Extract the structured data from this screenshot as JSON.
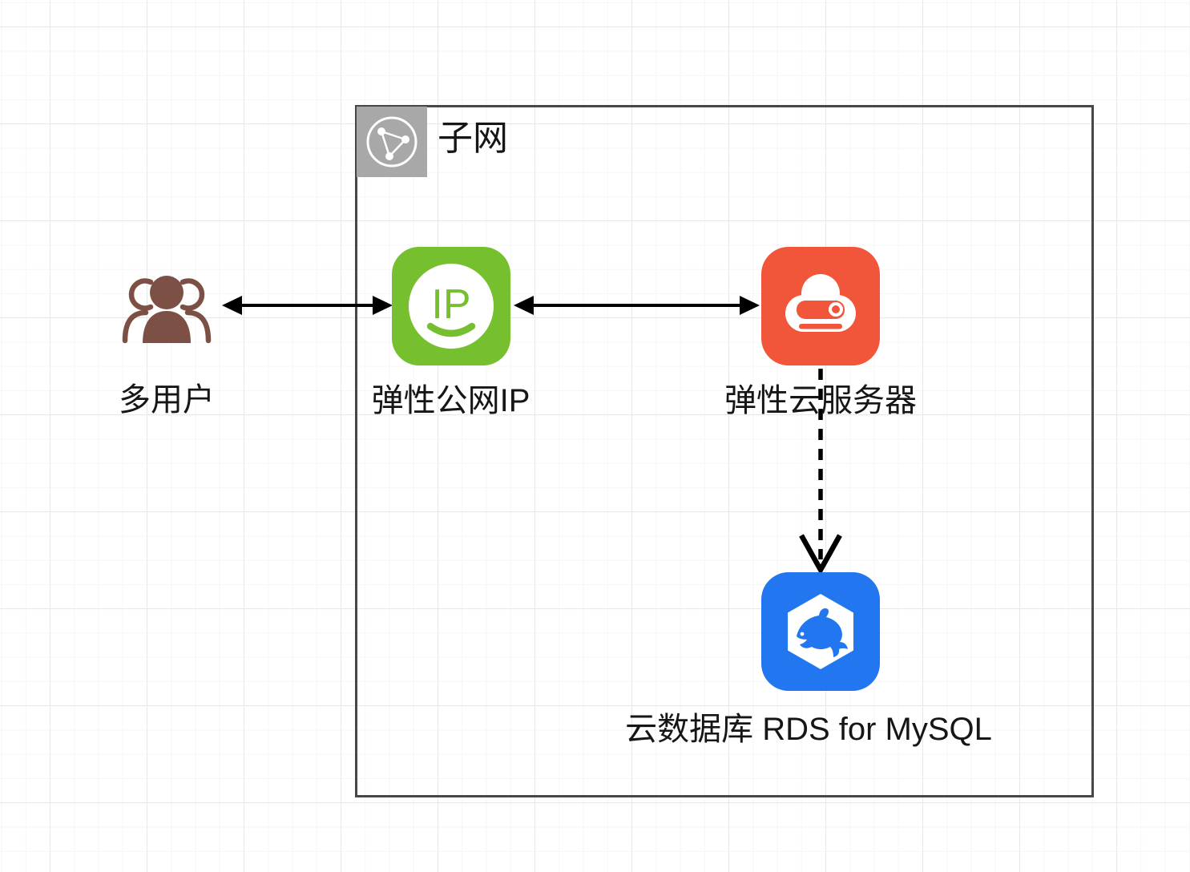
{
  "diagram": {
    "subnet": {
      "label": "子网"
    },
    "nodes": [
      {
        "id": "users",
        "label": "多用户"
      },
      {
        "id": "eip",
        "label": "弹性公网IP",
        "icon_text": "IP"
      },
      {
        "id": "ecs",
        "label": "弹性云服务器"
      },
      {
        "id": "rds",
        "label": "云数据库 RDS for MySQL"
      }
    ],
    "connectors": [
      {
        "from": "users",
        "to": "eip",
        "style": "solid",
        "arrows": "both"
      },
      {
        "from": "eip",
        "to": "ecs",
        "style": "solid",
        "arrows": "both"
      },
      {
        "from": "ecs",
        "to": "rds",
        "style": "dashed",
        "arrows": "end"
      }
    ],
    "colors": {
      "users_icon": "#7d5045",
      "eip_icon": "#76c02f",
      "ecs_icon": "#f2563a",
      "rds_icon": "#2277f0",
      "subnet_badge": "#a8a8a8",
      "subnet_border": "#474747",
      "connector": "#000000",
      "label_text": "#161616"
    }
  }
}
